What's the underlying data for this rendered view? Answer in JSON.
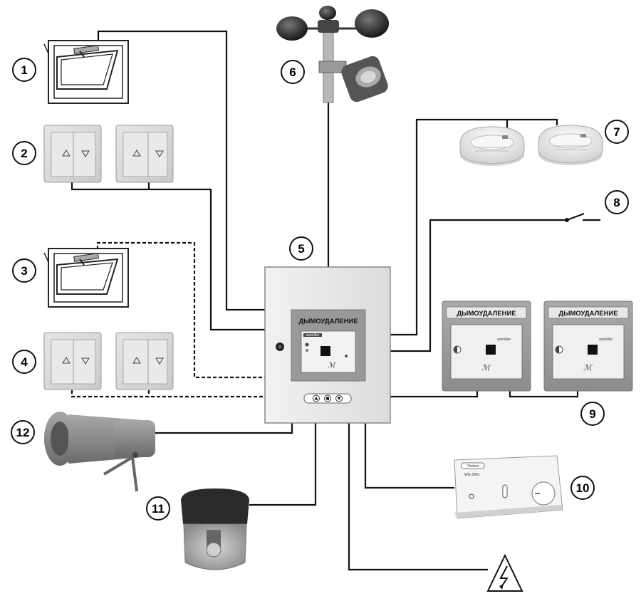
{
  "panel_labels": {
    "control_panel": "ДЫМОУДАЛЕНИЕ",
    "call_point_1": "ДЫМОУДАЛЕНИЕ",
    "call_point_2": "ДЫМОУДАЛЕНИЕ",
    "brand": "aumüller",
    "thermostat_brand": "Theben",
    "thermostat_model": "WG 3006"
  },
  "numbers": {
    "n1": "1",
    "n2": "2",
    "n3": "3",
    "n4": "4",
    "n5": "5",
    "n6": "6",
    "n7": "7",
    "n8": "8",
    "n9": "9",
    "n10": "10",
    "n11": "11",
    "n12": "12"
  },
  "icons": {
    "window": "window-actuator-icon",
    "switch": "up-down-switch-icon",
    "anemometer": "wind-rain-sensor-icon",
    "smoke": "smoke-detector-icon",
    "contact": "open-contact-icon",
    "call_point": "manual-call-point-icon",
    "thermostat": "room-thermostat-icon",
    "lamp": "warning-lamp-icon",
    "siren": "horn-siren-icon",
    "power": "high-voltage-icon"
  }
}
